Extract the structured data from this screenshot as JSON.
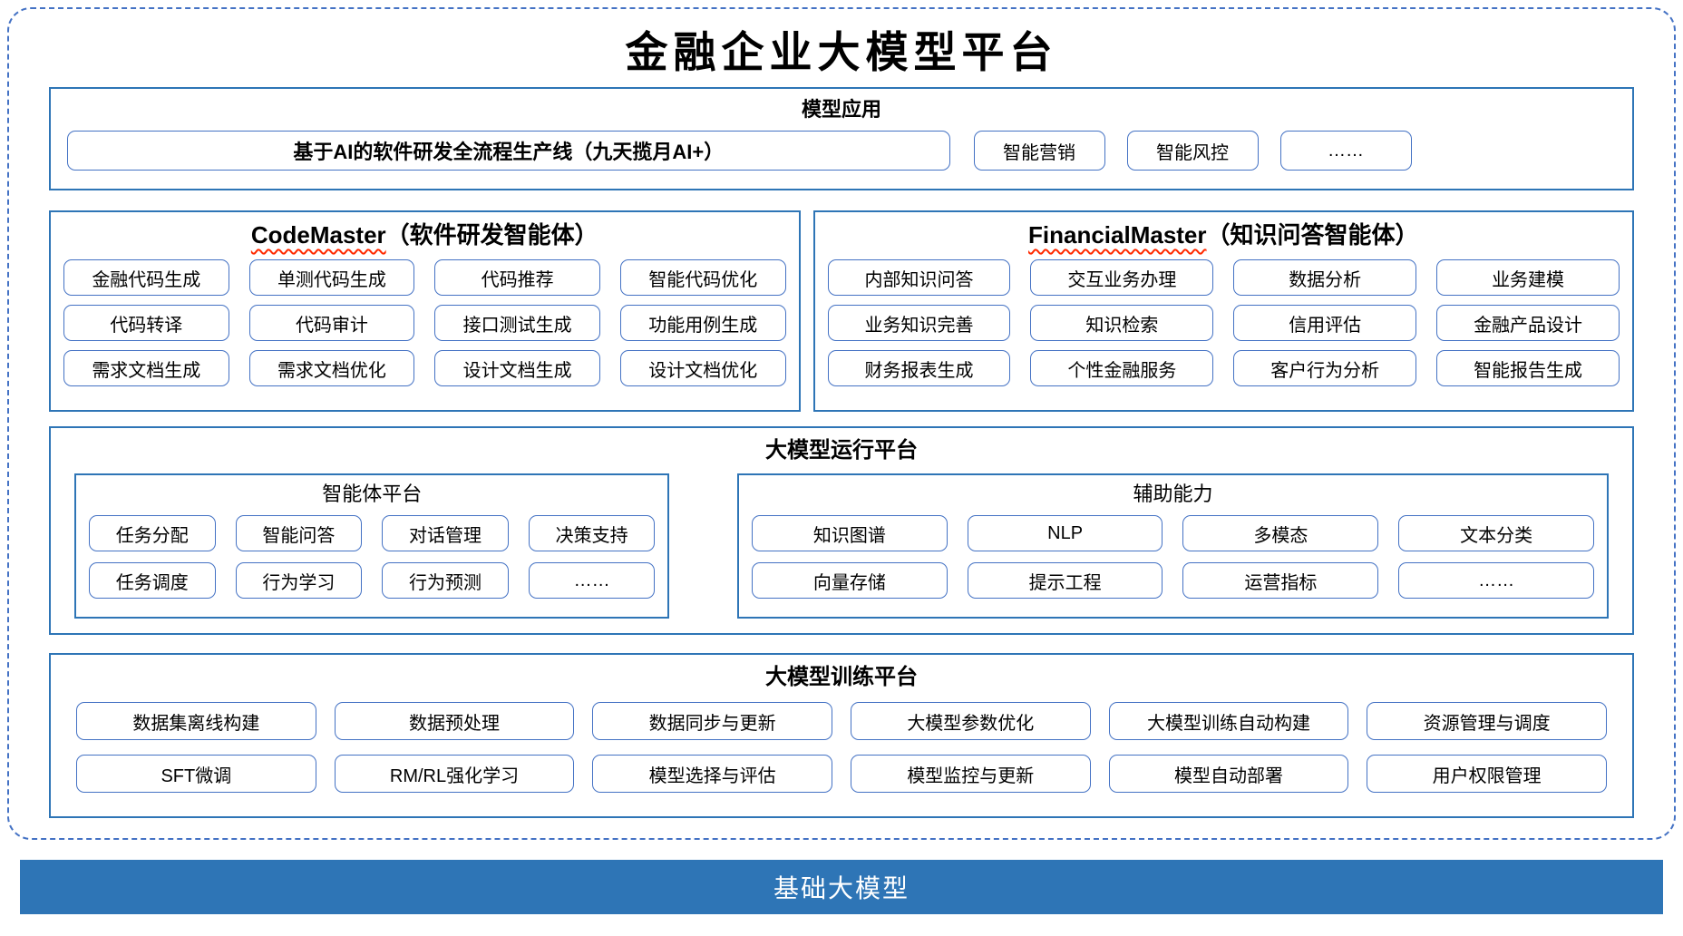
{
  "colors": {
    "section_border": "#2E75B6",
    "item_border": "#4472C4",
    "dashed_border": "#4472C4",
    "footer_bg": "#2E75B6",
    "spellcheck_underline": "#FF2A00"
  },
  "title": "金融企业大模型平台",
  "model_applications": {
    "header": "模型应用",
    "main_item": "基于AI的软件研发全流程生产线（九天揽月AI+）",
    "items": [
      "智能营销",
      "智能风控",
      "……"
    ]
  },
  "code_master": {
    "header_en": "CodeMaster",
    "header_zh": "（软件研发智能体）",
    "items": [
      "金融代码生成",
      "单测代码生成",
      "代码推荐",
      "智能代码优化",
      "代码转译",
      "代码审计",
      "接口测试生成",
      "功能用例生成",
      "需求文档生成",
      "需求文档优化",
      "设计文档生成",
      "设计文档优化"
    ]
  },
  "financial_master": {
    "header_en": "FinancialMaster",
    "header_zh": "（知识问答智能体）",
    "items": [
      "内部知识问答",
      "交互业务办理",
      "数据分析",
      "业务建模",
      "业务知识完善",
      "知识检索",
      "信用评估",
      "金融产品设计",
      "财务报表生成",
      "个性金融服务",
      "客户行为分析",
      "智能报告生成"
    ]
  },
  "run_platform": {
    "header": "大模型运行平台",
    "agent_platform": {
      "header": "智能体平台",
      "items": [
        "任务分配",
        "智能问答",
        "对话管理",
        "决策支持",
        "任务调度",
        "行为学习",
        "行为预测",
        "……"
      ]
    },
    "aux_ability": {
      "header": "辅助能力",
      "items": [
        "知识图谱",
        "NLP",
        "多模态",
        "文本分类",
        "向量存储",
        "提示工程",
        "运营指标",
        "……"
      ]
    }
  },
  "train_platform": {
    "header": "大模型训练平台",
    "items": [
      "数据集离线构建",
      "数据预处理",
      "数据同步与更新",
      "大模型参数优化",
      "大模型训练自动构建",
      "资源管理与调度",
      "SFT微调",
      "RM/RL强化学习",
      "模型选择与评估",
      "模型监控与更新",
      "模型自动部署",
      "用户权限管理"
    ]
  },
  "footer": {
    "label": "基础大模型"
  }
}
